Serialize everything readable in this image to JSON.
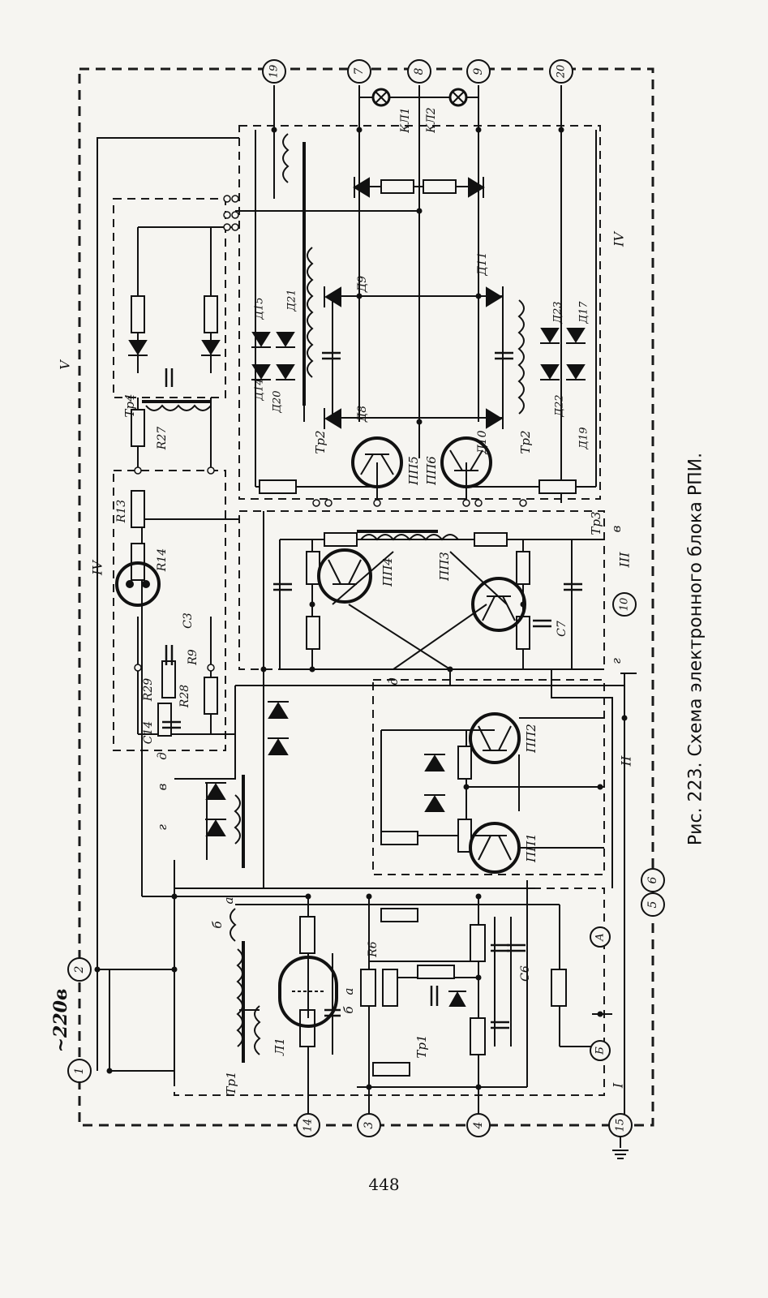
{
  "figure": {
    "caption": "Рис. 223. Схема электронного блока РПИ.",
    "page_number": "448"
  },
  "supply": {
    "label": "~220в"
  },
  "terminals": [
    "1",
    "2",
    "19",
    "7",
    "8",
    "9",
    "20",
    "14",
    "3",
    "4",
    "15",
    "6",
    "5",
    "10"
  ],
  "blocks": [
    "I",
    "II",
    "III",
    "IV",
    "IV",
    "V"
  ],
  "components": {
    "transformers": [
      "Тр1",
      "Тр1",
      "Тр2",
      "Тр2",
      "Тр3",
      "Тр4"
    ],
    "transistors": [
      "ПП1",
      "ПП2",
      "ПП3",
      "ПП4",
      "ПП5",
      "ПП6"
    ],
    "tube": "Л1",
    "lamps": [
      "КЛ1",
      "КЛ2"
    ],
    "diodes": [
      "Д8",
      "Д9",
      "Д10",
      "Д11",
      "Д14",
      "Д15",
      "Д17",
      "Д19",
      "Д20",
      "Д21",
      "Д22",
      "Д23"
    ],
    "resistors": [
      "R6",
      "R9",
      "R13",
      "R14",
      "R27",
      "R28",
      "R29"
    ],
    "capacitors": [
      "C3",
      "C6",
      "C7",
      "C14"
    ],
    "nodes": [
      "а",
      "б",
      "а",
      "б",
      "в",
      "г",
      "д",
      "в",
      "г",
      "д",
      "А",
      "Б"
    ]
  }
}
